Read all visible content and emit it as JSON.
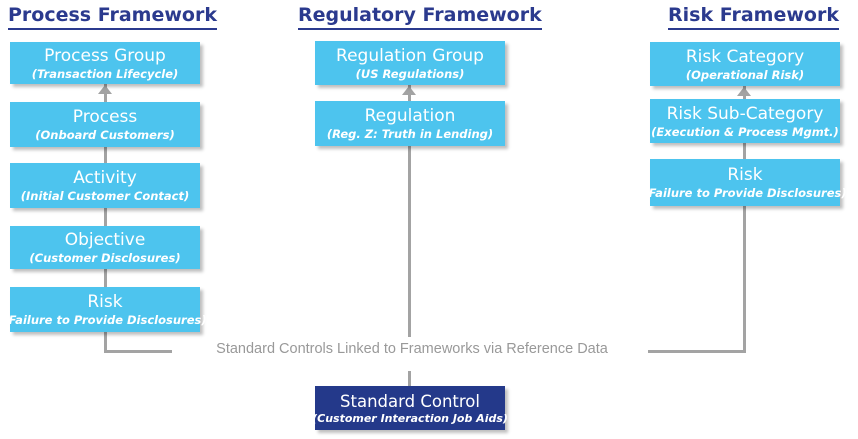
{
  "diagram": {
    "columns": [
      {
        "title": "Process Framework",
        "boxes": [
          {
            "label": "Process Group",
            "sublabel": "(Transaction Lifecycle)"
          },
          {
            "label": "Process",
            "sublabel": "(Onboard Customers)"
          },
          {
            "label": "Activity",
            "sublabel": "(Initial Customer Contact)"
          },
          {
            "label": "Objective",
            "sublabel": "(Customer Disclosures)"
          },
          {
            "label": "Risk",
            "sublabel": "(Failure to Provide Disclosures)"
          }
        ]
      },
      {
        "title": "Regulatory Framework",
        "boxes": [
          {
            "label": "Regulation Group",
            "sublabel": "(US Regulations)"
          },
          {
            "label": "Regulation",
            "sublabel": "(Reg. Z: Truth in Lending)"
          }
        ]
      },
      {
        "title": "Risk Framework",
        "boxes": [
          {
            "label": "Risk Category",
            "sublabel": "(Operational Risk)"
          },
          {
            "label": "Risk Sub-Category",
            "sublabel": "(Execution & Process Mgmt.)"
          },
          {
            "label": "Risk",
            "sublabel": "(Failure to Provide Disclosures)"
          }
        ]
      }
    ],
    "link_text": "Standard Controls Linked to Frameworks via Reference Data",
    "standard_control": {
      "label": "Standard Control",
      "sublabel": "(Customer Interaction Job Aids)"
    },
    "colors": {
      "box_fill": "#4DC4EE",
      "title_navy": "#2B3A8E",
      "control_fill": "#24398A",
      "line_gray": "#A3A3A3",
      "link_text_gray": "#999999",
      "box_text": "#FFFFFF"
    }
  }
}
